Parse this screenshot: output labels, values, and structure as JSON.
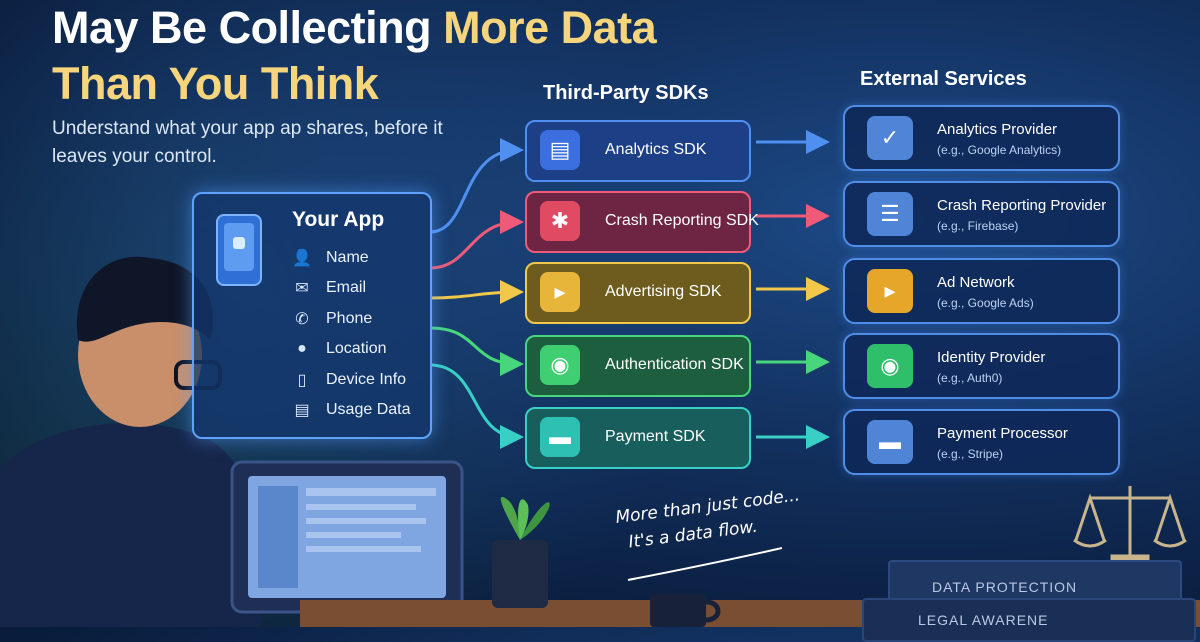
{
  "title": {
    "line1": "May Be Collecting ",
    "line1_highlight": "More Data",
    "line2": "Than You Think"
  },
  "subtitle": "Understand what your app ap shares, before it leaves your control.",
  "columns": {
    "sdks": "Third-Party SDKs",
    "services": "External Services"
  },
  "app": {
    "title": "Your App",
    "items": [
      {
        "icon": "user-icon",
        "label": "Name"
      },
      {
        "icon": "envelope-icon",
        "label": "Email"
      },
      {
        "icon": "phone-icon",
        "label": "Phone"
      },
      {
        "icon": "location-pin-icon",
        "label": "Location"
      },
      {
        "icon": "device-icon",
        "label": "Device Info"
      },
      {
        "icon": "bar-chart-icon",
        "label": "Usage Data"
      }
    ]
  },
  "sdks": [
    {
      "label": "Analytics SDK",
      "icon": "bar-chart-icon",
      "color": "#3b6fe0",
      "bg": "#1b3a7a"
    },
    {
      "label": "Crash Reporting SDK",
      "icon": "bug-icon",
      "color": "#e04a63",
      "bg": "#6a2140"
    },
    {
      "label": "Advertising SDK",
      "icon": "megaphone-icon",
      "color": "#e6b53a",
      "bg": "#6b5a1c"
    },
    {
      "label": "Authentication SDK",
      "icon": "lock-icon",
      "color": "#3fcf72",
      "bg": "#1a5a3a"
    },
    {
      "label": "Payment SDK",
      "icon": "credit-card-icon",
      "color": "#2fc0b4",
      "bg": "#155a58"
    }
  ],
  "services": [
    {
      "name": "Analytics Provider",
      "example": "(e.g., Google Analytics)",
      "icon": "cloud-check-icon",
      "color": "#5b8fe0"
    },
    {
      "name": "Crash Reporting Provider",
      "example": "(e.g., Firebase)",
      "icon": "server-icon",
      "color": "#5b8fe0"
    },
    {
      "name": "Ad Network",
      "example": "(e.g., Google Ads)",
      "icon": "megaphone-icon",
      "color": "#e6a62a"
    },
    {
      "name": "Identity Provider",
      "example": "(e.g., Auth0)",
      "icon": "shield-lock-icon",
      "color": "#2fbf6a"
    },
    {
      "name": "Payment Processor",
      "example": "(e.g., Stripe)",
      "icon": "credit-card-icon",
      "color": "#5b8fe0"
    }
  ],
  "note": {
    "line1": "More than just code...",
    "line2": "It's a data flow."
  },
  "books": {
    "top": "DATA PROTECTION",
    "bottom": "LEGAL AWARENE"
  }
}
